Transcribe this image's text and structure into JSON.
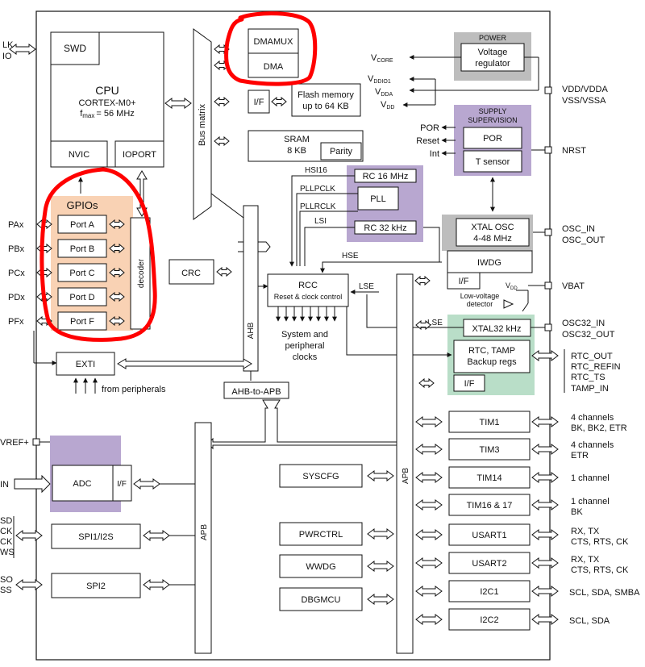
{
  "cpu": {
    "title": "CPU",
    "core": "CORTEX-M0+",
    "fmax_label": "f",
    "fmax_sub": "max",
    "fmax_value": "= 56 MHz",
    "nvic": "NVIC",
    "ioport": "IOPORT"
  },
  "swd": {
    "label": "SWD",
    "pins": [
      "LK",
      "IO"
    ]
  },
  "dma": {
    "dmamux": "DMAMUX",
    "dma": "DMA"
  },
  "bus_matrix": "Bus matrix",
  "flash": {
    "if_label": "I/F",
    "title": "Flash memory",
    "size": "up to 64 KB"
  },
  "sram": {
    "title": "SRAM",
    "size": "8 KB",
    "parity": "Parity"
  },
  "power": {
    "title": "POWER",
    "regulator_line1": "Voltage",
    "regulator_line2": "regulator"
  },
  "supply_labels": {
    "vcore": "V",
    "vcore_sub": "CORE",
    "vddio1": "V",
    "vddio1_sub": "DDIO1",
    "vdda": "V",
    "vdda_sub": "DDA",
    "vdd": "V",
    "vdd_sub": "DD"
  },
  "pins": {
    "vdd_vdda": "VDD/VDDA",
    "vss_vssa": "VSS/VSSA",
    "nrst": "NRST",
    "osc_in": "OSC_IN",
    "osc_out": "OSC_OUT",
    "vbat": "VBAT",
    "osc32_in": "OSC32_IN",
    "osc32_out": "OSC32_OUT",
    "vref": "VREF+",
    "adc_in": "IN"
  },
  "supply_supervision": {
    "title1": "SUPPLY",
    "title2": "SUPERVISION",
    "por": "POR",
    "tsensor": "T sensor",
    "out_por": "POR",
    "out_reset": "Reset",
    "out_int": "Int"
  },
  "clocks": {
    "hsi16": "HSI16",
    "pllpclk": "PLLPCLK",
    "pllrclk": "PLLRCLK",
    "lsi": "LSI",
    "rc16": "RC 16 MHz",
    "pll": "PLL",
    "rc32": "RC 32 kHz",
    "hse": "HSE",
    "lse_top": "LSE",
    "lse_bottom": "LSE"
  },
  "xtal": {
    "osc_line1": "XTAL OSC",
    "osc_line2": "4-48 MHz",
    "iwdg": "IWDG",
    "if_label": "I/F",
    "vdd_small": "V",
    "vdd_small_sub": "DD",
    "lv_line1": "Low-voltage",
    "lv_line2": "detector",
    "xtal32": "XTAL32 kHz"
  },
  "rtc": {
    "line1": "RTC, TAMP",
    "line2": "Backup regs",
    "if_label": "I/F",
    "outs": [
      "RTC_OUT",
      "RTC_REFIN",
      "RTC_TS",
      "TAMP_IN"
    ]
  },
  "gpio": {
    "title": "GPIOs",
    "ports": [
      "Port A",
      "Port B",
      "Port C",
      "Port D",
      "Port F"
    ],
    "pins": [
      "PAx",
      "PBx",
      "PCx",
      "PDx",
      "PFx"
    ],
    "decoder": "decoder"
  },
  "crc": "CRC",
  "rcc": {
    "title": "RCC",
    "subtitle": "Reset & clock control",
    "sys_line1": "System and",
    "sys_line2": "peripheral",
    "sys_line3": "clocks"
  },
  "ahb": "AHB",
  "exti": {
    "label": "EXTI",
    "from": "from peripherals"
  },
  "ahb_to_apb": "AHB-to-APB",
  "apb_left": "APB",
  "apb_right": "APB",
  "adc": {
    "label": "ADC",
    "if_label": "I/F"
  },
  "spi1": {
    "label": "SPI1/I2S",
    "pins": [
      "SD",
      "CK",
      "CK",
      "WS"
    ]
  },
  "spi2": {
    "label": "SPI2",
    "pins": [
      "SO",
      "SS"
    ]
  },
  "mid_blocks": [
    "SYSCFG",
    "PWRCTRL",
    "WWDG",
    "DBGMCU"
  ],
  "timers": [
    {
      "name": "TIM1",
      "out1": "4 channels",
      "out2": "BK, BK2, ETR"
    },
    {
      "name": "TIM3",
      "out1": "4 channels",
      "out2": "ETR"
    },
    {
      "name": "TIM14",
      "out1": "1 channel",
      "out2": ""
    },
    {
      "name": "TIM16 & 17",
      "out1": "1 channel",
      "out2": "BK"
    },
    {
      "name": "USART1",
      "out1": "RX, TX",
      "out2": "CTS, RTS, CK"
    },
    {
      "name": "USART2",
      "out1": "RX, TX",
      "out2": "CTS, RTS, CK"
    },
    {
      "name": "I2C1",
      "out1": "SCL, SDA, SMBA",
      "out2": ""
    },
    {
      "name": "I2C2",
      "out1": "SCL, SDA",
      "out2": ""
    }
  ],
  "colors": {
    "annotation": "#ff0000",
    "purple": "#b8a7d0",
    "gray": "#bdbdbd",
    "orange": "#f9d2b4",
    "green": "#b9dec8"
  }
}
